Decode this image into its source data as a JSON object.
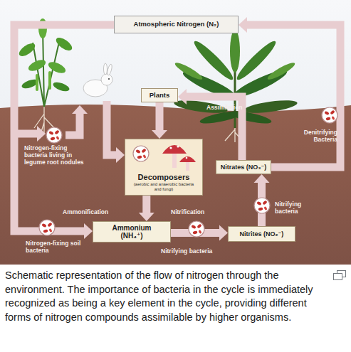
{
  "diagram": {
    "caption": "Schematic representation of the flow of nitrogen through the environment. The importance of bacteria in the cycle is immediately recognized as being a key element in the cycle, providing different forms of nitrogen compounds assimilable by higher organisms.",
    "nodes": [
      {
        "text": [
          "Atmospheric Nitrogen (N₂)"
        ]
      },
      {
        "text": [
          "Plants"
        ]
      },
      {
        "text": [
          "Decomposers",
          "(aerobic and anaerobic bacteria and fungi)"
        ]
      },
      {
        "text": [
          "Nitrates (NO₃⁻)"
        ]
      },
      {
        "text": [
          "Ammonium (NH₄⁺)"
        ]
      },
      {
        "text": [
          "Nitrites (NO₂⁻)"
        ]
      }
    ],
    "edges": [
      {
        "from": 0,
        "to": 4,
        "arrow": "to"
      },
      {
        "from": 1,
        "to": 2,
        "arrow": "to"
      },
      {
        "from": 2,
        "to": 4,
        "label": "Ammonification",
        "arrow": "to"
      },
      {
        "from": 4,
        "to": 5,
        "label": "Nitrification",
        "arrow": "to"
      },
      {
        "from": 5,
        "to": 3,
        "arrow": "to"
      },
      {
        "from": 3,
        "to": 1,
        "label": "Assimilation",
        "arrow": "to"
      },
      {
        "from": 3,
        "to": 0,
        "arrow": "to"
      }
    ],
    "labels": [
      "Nitrogen-fixing bacteria living in legume root nodules",
      "Denitrifying Bacteria",
      "Nitrifying bacteria",
      "Nitrifying bacteria",
      "Nitrogen-fixing soil bacteria"
    ]
  }
}
